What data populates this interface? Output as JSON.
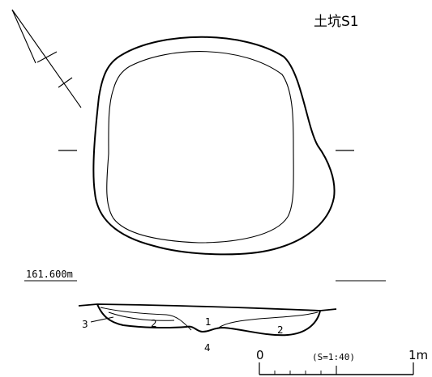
{
  "title": "土坑S1",
  "elevation": "161.600m",
  "section_layers": [
    "1",
    "2",
    "2",
    "3",
    "4"
  ],
  "scale": {
    "start": "0",
    "end": "1m",
    "ratio": "(S=1:40)"
  },
  "icons": {
    "north_arrow": "north-arrow-icon"
  }
}
